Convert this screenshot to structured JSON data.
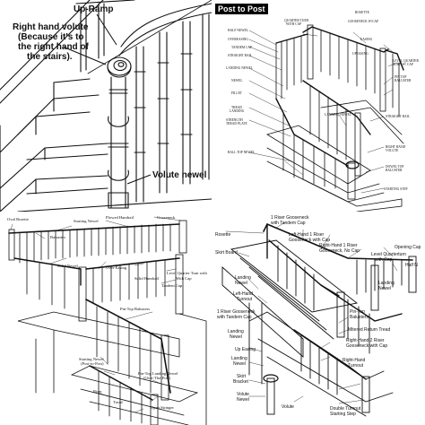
{
  "panel1": {
    "labels": {
      "up_ramp": "Up-Ramp",
      "rh_volute_1": "Right hand volute",
      "rh_volute_2": "(Because it's to",
      "rh_volute_3": "the right hand of",
      "rh_volute_4": "the stairs).",
      "volute_newel": "Volute newel"
    }
  },
  "panel2": {
    "title": "Post to Post",
    "labels": {
      "rosette": "ROSETTE",
      "quarter_turn": "QUARTER TURN",
      "with_cap": "WITH CAP",
      "gooseneck_cap": "GOOSENECK W/CAP",
      "half_newel": "HALF NEWEL",
      "overeasing": "OVEREASING",
      "easing": "EASING",
      "tandem_cap": "TANDEM CAP",
      "upeasing": "UPEASING",
      "straight_rail": "STRAIGHT RAIL",
      "level_quarter_turn": "LEVEL QUARTER",
      "turn_w_cap": "TURN W/ CAP",
      "landing_newel_l": "LANDING NEWEL",
      "pin_top_baluster": "PIN TOP",
      "baluster": "BALUSTER",
      "newel": "NEWEL",
      "fillet": "FILLET",
      "tread": "TREAD",
      "landing_tread": "LANDING",
      "strength_tread_plate": "STRENGTH",
      "tread_plate": "TREAD PLATE",
      "landing_newel_c": "LANDING NEWEL",
      "straight_rail_r": "STRAIGHT RAIL",
      "ball_top_newel": "BALL TOP NEWEL",
      "right_hand_volute": "RIGHT HAND",
      "volute": "VOLUTE",
      "dowel_top": "DOWEL TOP",
      "baluster_r": "BALUSTER",
      "starting_step": "STARTING STEP"
    }
  },
  "panel3": {
    "labels": {
      "oval_rosette": "Oval Rosette",
      "starting_newel": "Starting Newel",
      "plowed_handrail": "Plowed Handrail",
      "gooseneck": "Gooseneck",
      "balusters": "Balusters",
      "solid_newel": "Solid Newel",
      "over_easing": "Over-Easing",
      "solid_handrail": "Solid Handrail",
      "level_quarter_turn": "Level Quarter Turn with",
      "with_cap": "With Cap",
      "tandem_cap": "Tandem Cap",
      "pin_top_balusters": "Pin-Top Balusters",
      "starting_newel_2": "Starting Newel",
      "post_to_post": "(Post-to-Post)",
      "pin_top_landing_newel": "Pin-Top Landing Newel",
      "over_the_post": "(Over-The-Post)",
      "riser": "Riser",
      "tread": "Tread",
      "open_stringer": "Open Stringer"
    }
  },
  "panel4": {
    "labels": {
      "rosette": "Rosette",
      "riser_gooseneck_tandem": "1 Riser Gooseneck",
      "with_tandem_cap": "with Tandem Cap",
      "left_hand_gooseneck": "Left-Hand 1 Riser",
      "gooseneck_with_cap": "Gooseneck with Cap",
      "skirt_board": "Skirt Board",
      "right_hand_1_riser": "Right-Hand 1 Riser",
      "gooseneck_no_cap": "Gooseneck, No Cap",
      "opening_cap": "Opening Cap",
      "level_quarterturn": "Level Quarterturn",
      "with_cap": "with Cap",
      "half_n": "Half N",
      "landing_newel_top": "Landing",
      "newel_top": "Newel",
      "left_hand_turnout": "Left-Hand",
      "turnout": "Turnout",
      "riser_gooseneck_2": "1 Riser Gooseneck",
      "with_tandem_cap_2": "with Tandem Cap",
      "pin_top": "Pin-Top",
      "balusters": "Balusters",
      "mitered_return_tread": "Mitered Return Tread",
      "landing_newel": "Landing",
      "newel": "Newel",
      "up_easing": "Up Easing",
      "right_hand_2_riser": "Right-Hand 2 Riser",
      "gooseneck_with_cap_2": "Gooseneck with Cap",
      "landing_newel_2": "Landing",
      "newel_2": "Newel",
      "skirt_bracket": "Skirt",
      "bracket": "Bracket",
      "right_hand_turnout": "Right-Hand",
      "turnout_2": "Turnout",
      "volute_newel_a": "Volute",
      "volute_newel_b": "Newel",
      "volute": "Volute",
      "double_turnout": "Double Turnout",
      "starting_step": "Starting Step"
    }
  },
  "colors": {
    "ink": "#111111",
    "paper": "#ffffff",
    "title_bg": "#000000"
  }
}
